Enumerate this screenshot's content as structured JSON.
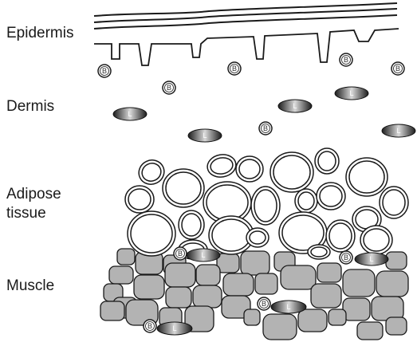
{
  "labels": {
    "epidermis": "Epidermis",
    "dermis": "Dermis",
    "adipose_line1": "Adipose",
    "adipose_line2": "tissue",
    "muscle": "Muscle"
  },
  "markers": {
    "b_cell": "B",
    "l_cell": "L"
  },
  "colors": {
    "outline": "#1a1a1a",
    "muscle_fill": "#b3b3b3",
    "l_cell_dark": "#2a2a2a",
    "l_cell_light": "#d9d9d9",
    "background": "#ffffff"
  }
}
